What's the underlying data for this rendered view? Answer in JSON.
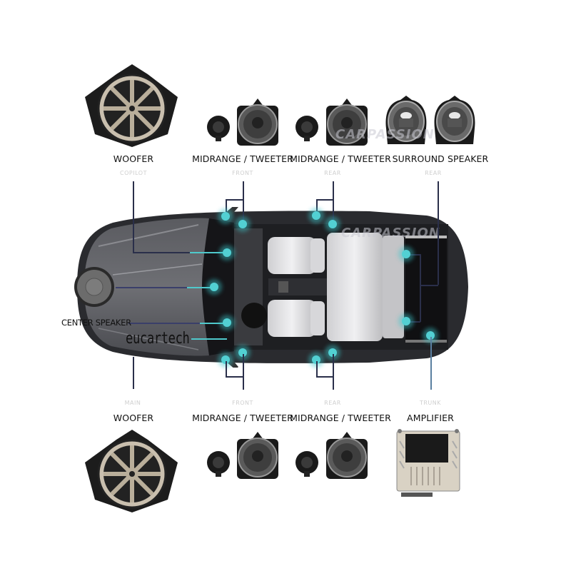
{
  "diagram": {
    "top_labels": [
      {
        "title": "WOOFER",
        "position": "COPILOT"
      },
      {
        "title": "MIDRANGE / TWEETER",
        "position": "FRONT"
      },
      {
        "title": "MIDRANGE / TWEETER",
        "position": "REAR"
      },
      {
        "title": "SURROUND SPEAKER",
        "position": "REAR"
      }
    ],
    "bottom_labels": [
      {
        "title": "WOOFER",
        "position": "MAIN"
      },
      {
        "title": "MIDRANGE / TWEETER",
        "position": "FRONT"
      },
      {
        "title": "MIDRANGE / TWEETER",
        "position": "REAR"
      },
      {
        "title": "AMPLIFIER",
        "position": "TRUNK"
      }
    ],
    "center_label": "CENTER SPEAKER",
    "brand_watermark": "eucartech",
    "image_watermark": "CARPASSION",
    "colors": {
      "connector_line": "#2a2f4a",
      "highlight_dot": "#52d0d3",
      "car_body": "#4a4b50",
      "background": "#ffffff"
    }
  }
}
